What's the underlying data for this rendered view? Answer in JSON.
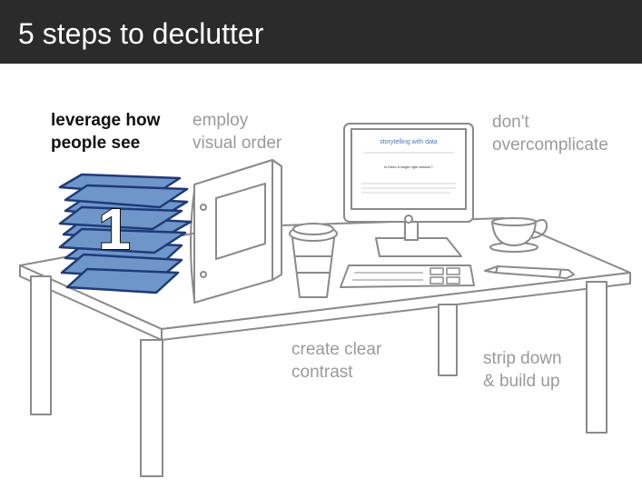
{
  "slide": {
    "title": "5 steps to declutter",
    "step_number": "1",
    "steps": [
      {
        "line1": "leverage how",
        "line2": "people see",
        "active": true
      },
      {
        "line1": "employ",
        "line2": "visual order",
        "active": false
      },
      {
        "line1": "don't",
        "line2": "overcomplicate",
        "active": false
      },
      {
        "line1": "create clear",
        "line2": "contrast",
        "active": false
      },
      {
        "line1": "strip down",
        "line2": "& build up",
        "active": false
      }
    ],
    "monitor": {
      "brand": "storytelling with data",
      "headline": "is there a single right answer?"
    }
  },
  "colors": {
    "title_bar": "#2b2b2b",
    "active_label": "#111111",
    "muted_label": "#9a9a9a",
    "paper_blue": "#6e96c8",
    "paper_edge": "#1f3a78",
    "outline_gray": "#8a8a8a"
  },
  "icons": [
    "paper-stack-icon",
    "binder-icon",
    "coffee-cup-icon",
    "monitor-icon",
    "keyboard-icon",
    "tea-cup-icon",
    "pen-icon"
  ]
}
